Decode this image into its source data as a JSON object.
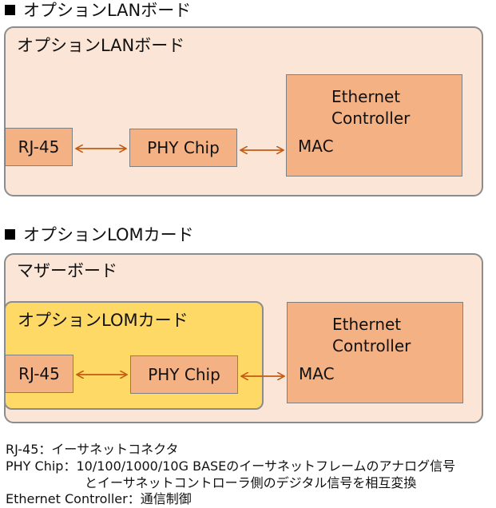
{
  "section1": {
    "heading": "オプションLANボード",
    "panel_label": "オプションLANボード",
    "rj45": "RJ-45",
    "phy": "PHY Chip",
    "ethernet_line1": "Ethernet",
    "ethernet_line2": "Controller",
    "mac": "MAC"
  },
  "section2": {
    "heading": "オプションLOMカード",
    "panel_label": "マザーボード",
    "card_label": "オプションLOMカード",
    "rj45": "RJ-45",
    "phy": "PHY Chip",
    "ethernet_line1": "Ethernet",
    "ethernet_line2": "Controller",
    "mac": "MAC"
  },
  "legend": {
    "rj45": "RJ-45：イーサネットコネクタ",
    "phy_line1": "PHY Chip：10/100/1000/10G BASEのイーサネットフレームのアナログ信号",
    "phy_line2": "とイーサネットコントローラ側のデジタル信号を相互変換",
    "ethernet": "Ethernet Controller：通信制御"
  },
  "colors": {
    "panel_fill": "#fbe5d6",
    "box_fill": "#f4b183",
    "card_fill": "#ffd966",
    "border": "#8c8c8c",
    "arrow": "#c55a11"
  }
}
